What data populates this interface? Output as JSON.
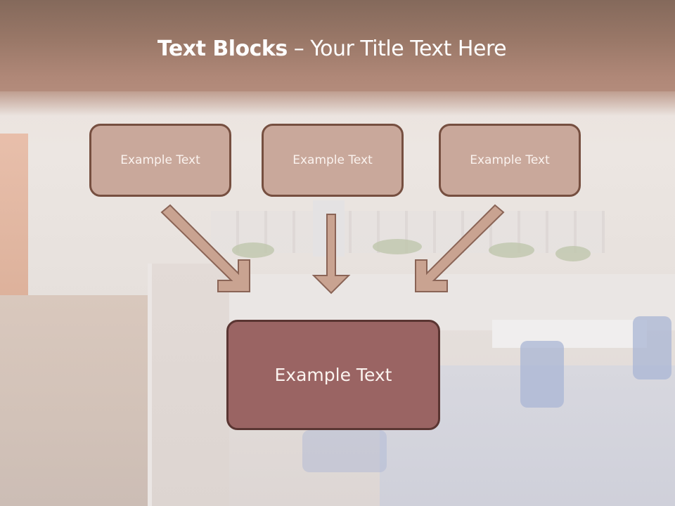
{
  "title": {
    "bold": "Text Blocks",
    "separator": " – ",
    "light": "Your Title Text Here"
  },
  "top_boxes": [
    {
      "label": "Example Text"
    },
    {
      "label": "Example Text"
    },
    {
      "label": "Example Text"
    }
  ],
  "bottom_box": {
    "label": "Example Text"
  },
  "colors": {
    "header_top": "#84695b",
    "header_bottom": "#b38b7b",
    "small_box_fill": "#c9a89b",
    "small_box_border": "#764f40",
    "big_box_fill": "#9a6463",
    "big_box_border": "#5a3532",
    "arrow_fill": "#c9a391",
    "arrow_border": "#8a6456"
  }
}
